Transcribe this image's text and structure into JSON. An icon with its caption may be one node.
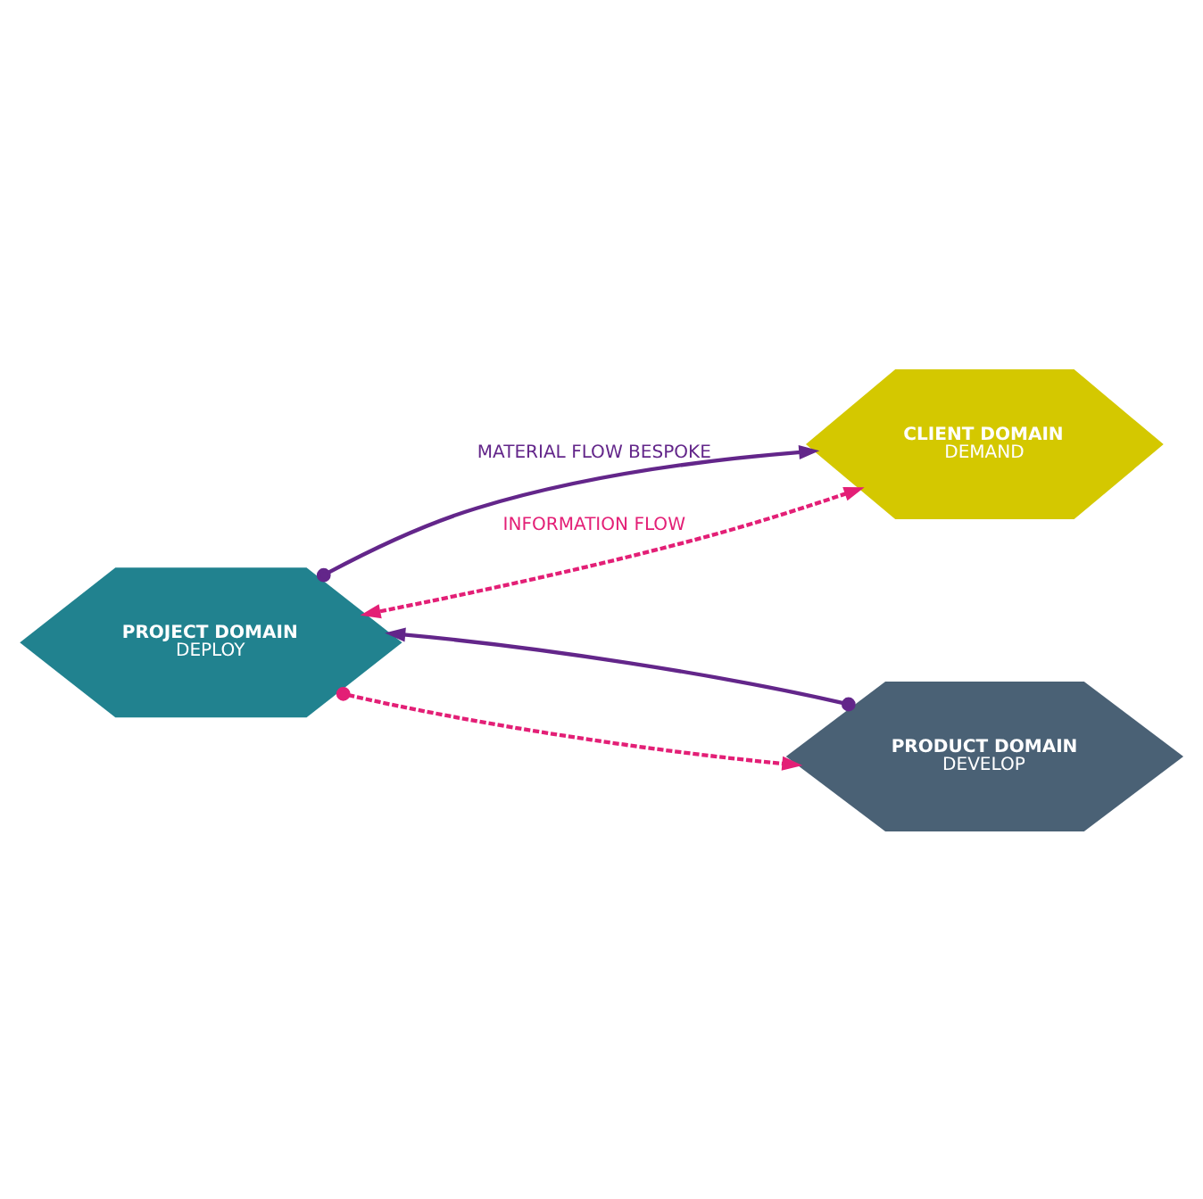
{
  "diagram": {
    "nodes": [
      {
        "text": [
          "PROJECT DOMAIN",
          "DEPLOY"
        ]
      },
      {
        "text": [
          "CLIENT DOMAIN",
          "DEMAND"
        ]
      },
      {
        "text": [
          "PRODUCT DOMAIN",
          "DEVELOP"
        ]
      }
    ],
    "edges": [
      {
        "from": 0,
        "to": 1,
        "arrow": "to",
        "label": "MATERIAL FLOW BESPOKE",
        "color": "#63268a"
      },
      {
        "from": 1,
        "to": 0,
        "arrow": "both",
        "label": "INFORMATION FLOW",
        "style": "dashed",
        "color": "#e31f76"
      },
      {
        "from": 0,
        "to": 2,
        "arrow": "to",
        "style": "dashed",
        "color": "#e31f76"
      },
      {
        "from": 2,
        "to": 0,
        "arrow": "to",
        "color": "#63268a"
      }
    ]
  }
}
